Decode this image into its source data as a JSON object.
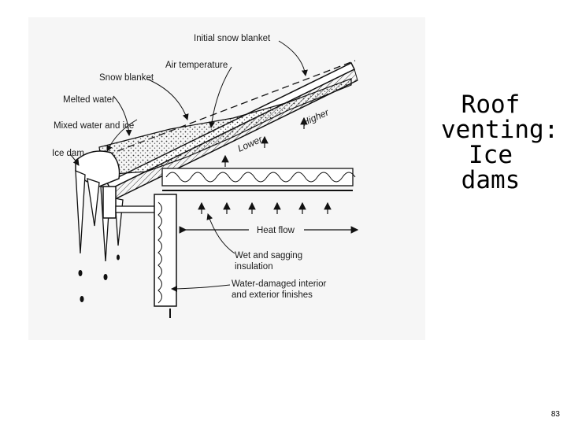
{
  "slide": {
    "title_lines": [
      "Roof",
      "venting:",
      "Ice",
      "dams"
    ],
    "page_number": "83"
  },
  "diagram": {
    "labels": {
      "initial_snow_blanket": "Initial snow blanket",
      "air_temperature": "Air temperature",
      "snow_blanket": "Snow blanket",
      "melted_water": "Melted water",
      "mixed_water_and_ice": "Mixed water and ice",
      "ice_dam": "Ice dam",
      "lower": "Lower",
      "higher": "Higher",
      "heat_flow": "Heat flow",
      "wet_sagging_line1": "Wet and sagging",
      "wet_sagging_line2": "insulation",
      "water_damaged_line1": "Water-damaged interior",
      "water_damaged_line2": "and exterior finishes"
    }
  }
}
